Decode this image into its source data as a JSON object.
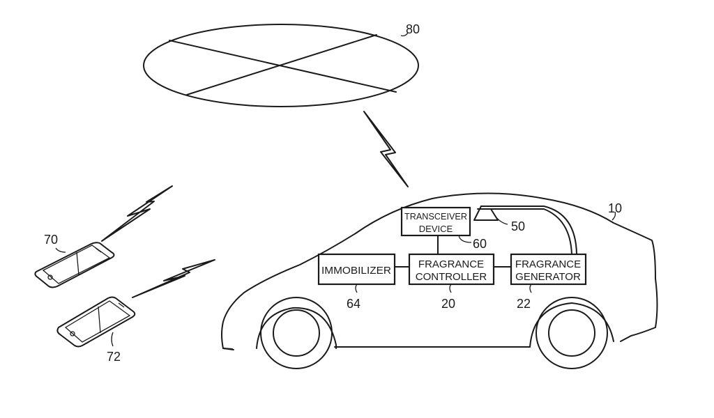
{
  "diagram": {
    "server": {
      "ref": "80"
    },
    "vehicle": {
      "ref": "10"
    },
    "components": {
      "transceiver": {
        "line1": "TRANSCEIVER",
        "line2": "DEVICE",
        "ref": "60"
      },
      "immobilizer": {
        "line1": "IMMOBILIZER",
        "ref": "64"
      },
      "controller": {
        "line1": "FRAGRANCE",
        "line2": "CONTROLLER",
        "ref": "20"
      },
      "generator": {
        "line1": "FRAGRANCE",
        "line2": "GENERATOR",
        "ref": "22"
      },
      "outlet": {
        "ref": "50"
      }
    },
    "devices": [
      {
        "ref": "70"
      },
      {
        "ref": "72"
      }
    ],
    "icons": [
      "server-disc-icon",
      "wireless-signal-icon",
      "smartphone-icon",
      "car-icon",
      "vent-outlet-icon"
    ]
  }
}
